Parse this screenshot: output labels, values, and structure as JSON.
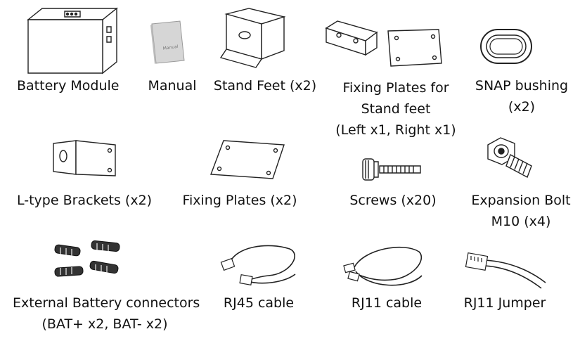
{
  "items": [
    {
      "id": "battery-module",
      "label": [
        "Battery Module"
      ]
    },
    {
      "id": "manual",
      "label": [
        "Manual"
      ]
    },
    {
      "id": "stand-feet",
      "label": [
        "Stand Feet (x2)"
      ]
    },
    {
      "id": "fixing-plates-stand-feet",
      "label": [
        "Fixing Plates for",
        "Stand feet",
        "(Left x1, Right x1)"
      ]
    },
    {
      "id": "snap-bushing",
      "label": [
        "SNAP bushing",
        "(x2)"
      ]
    },
    {
      "id": "l-type-brackets",
      "label": [
        "L-type Brackets (x2)"
      ]
    },
    {
      "id": "fixing-plates",
      "label": [
        "Fixing Plates (x2)"
      ]
    },
    {
      "id": "screws",
      "label": [
        "Screws (x20)"
      ]
    },
    {
      "id": "expansion-bolt",
      "label": [
        "Expansion Bolt",
        "M10 (x4)"
      ]
    },
    {
      "id": "external-battery-connectors",
      "label": [
        "External Battery connectors",
        "(BAT+ x2, BAT- x2)"
      ]
    },
    {
      "id": "rj45-cable",
      "label": [
        "RJ45 cable"
      ]
    },
    {
      "id": "rj11-cable",
      "label": [
        "RJ11 cable"
      ]
    },
    {
      "id": "rj11-jumper",
      "label": [
        "RJ11 Jumper"
      ]
    }
  ],
  "icons": {
    "battery-module": "battery-module-icon",
    "manual": "manual-booklet-icon",
    "stand-feet": "stand-foot-icon",
    "fixing-plates-stand-feet": "stand-feet-fixing-plates-icon",
    "snap-bushing": "snap-bushing-icon",
    "l-type-brackets": "l-bracket-icon",
    "fixing-plates": "fixing-plate-icon",
    "screws": "screw-icon",
    "expansion-bolt": "expansion-bolt-icon",
    "external-battery-connectors": "battery-connectors-icon",
    "rj45-cable": "rj45-cable-icon",
    "rj11-cable": "rj11-cable-icon",
    "rj11-jumper": "rj11-jumper-icon"
  },
  "colors": {
    "line": "#222222",
    "fill": "#ffffff",
    "shade": "#cfcfcf",
    "text": "#111111"
  }
}
